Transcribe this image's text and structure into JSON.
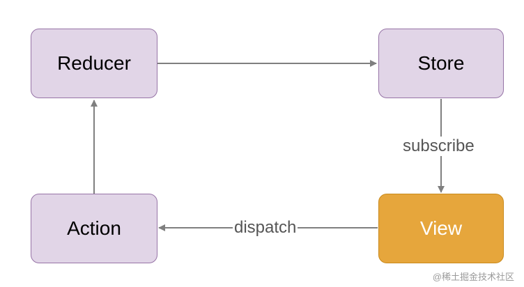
{
  "diagram": {
    "nodes": {
      "reducer": {
        "label": "Reducer"
      },
      "store": {
        "label": "Store"
      },
      "action": {
        "label": "Action"
      },
      "view": {
        "label": "View"
      }
    },
    "edges": {
      "reducer_to_store": {
        "label": ""
      },
      "store_to_view": {
        "label": "subscribe"
      },
      "view_to_action": {
        "label": "dispatch"
      },
      "action_to_reducer": {
        "label": ""
      }
    },
    "colors": {
      "node_fill": "#e1d5e7",
      "node_border": "#9673a6",
      "highlight_fill": "#e6a63c",
      "highlight_border": "#c98a1d",
      "edge": "#7f7f7f"
    }
  },
  "watermark": "@稀土掘金技术社区"
}
